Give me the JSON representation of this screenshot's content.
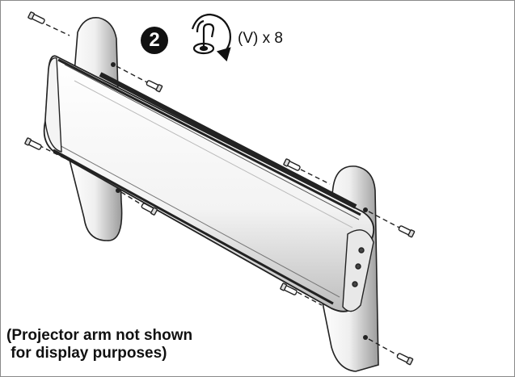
{
  "step": {
    "number": "2",
    "quantity_label": "(V) x 8",
    "tool_icon": "screw-rotate-clockwise-icon"
  },
  "note": {
    "line1": "(Projector arm not shown",
    "line2": " for display purposes)"
  },
  "colors": {
    "line": "#222222",
    "badge": "#111111",
    "shade": "#9a9a9a"
  }
}
